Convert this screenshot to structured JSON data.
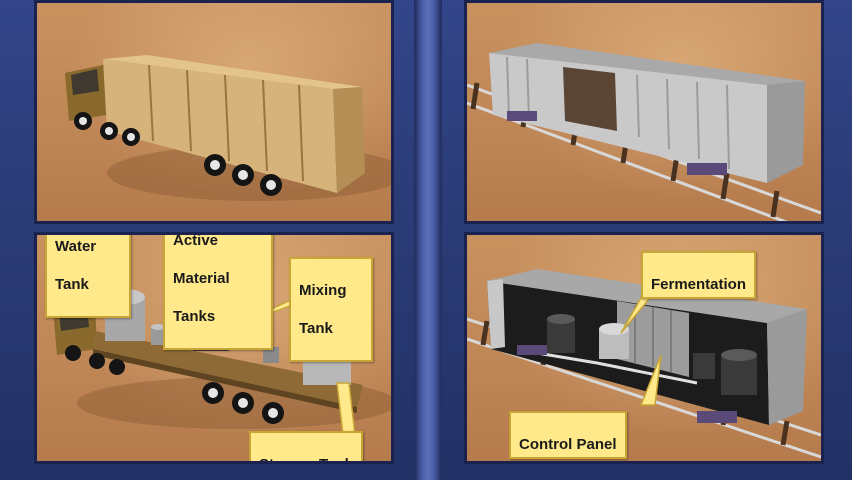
{
  "labels": {
    "water_tank": [
      "Water",
      "Tank"
    ],
    "active_material": [
      "Active",
      "Material",
      "Tanks"
    ],
    "mixing_tank": [
      "Mixing",
      "Tank"
    ],
    "storage_tank": "Storage Tank",
    "fermentation": "Fermentation",
    "control_panel": "Control Panel"
  },
  "colors": {
    "frame": "#2b3c78",
    "sand": "#c08858",
    "callout_fill": "#ffe98a",
    "callout_border": "#c9a436"
  }
}
